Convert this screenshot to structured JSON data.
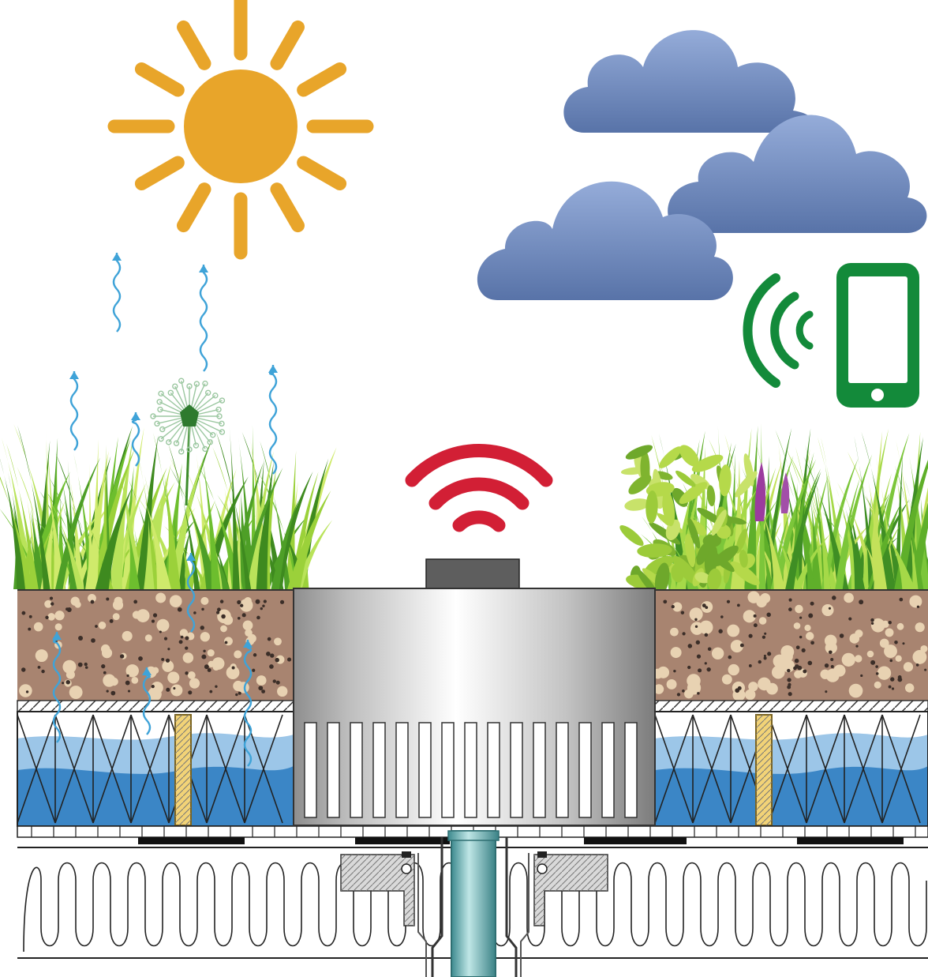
{
  "diagram": {
    "elements": [
      {
        "id": "sun",
        "icon": "sun-icon",
        "color": "#E8A52A"
      },
      {
        "id": "clouds",
        "icon": "cloud-icon",
        "color": "#6F8BC0"
      },
      {
        "id": "smartphone",
        "icon": "smartphone-icon",
        "color": "#138A3A"
      },
      {
        "id": "wireless-signal",
        "icon": "wifi-icon",
        "color": "#D21F35"
      },
      {
        "id": "evaporation",
        "icon": "wavy-up-arrow-icon",
        "color": "#3FA3D8"
      },
      {
        "id": "vegetation",
        "icon": "plants-icon",
        "color": "#6DBE2E"
      },
      {
        "id": "substrate",
        "icon": "soil-layer-icon",
        "color": "#A88470"
      },
      {
        "id": "water-retention-layer",
        "icon": "water-layer-icon",
        "color": "#3B86C6"
      },
      {
        "id": "roof-drain",
        "icon": "drain-icon",
        "color": "#B8B8B8"
      },
      {
        "id": "thermal-insulation",
        "icon": "insulation-icon",
        "color": "#FFFFFF"
      }
    ]
  }
}
